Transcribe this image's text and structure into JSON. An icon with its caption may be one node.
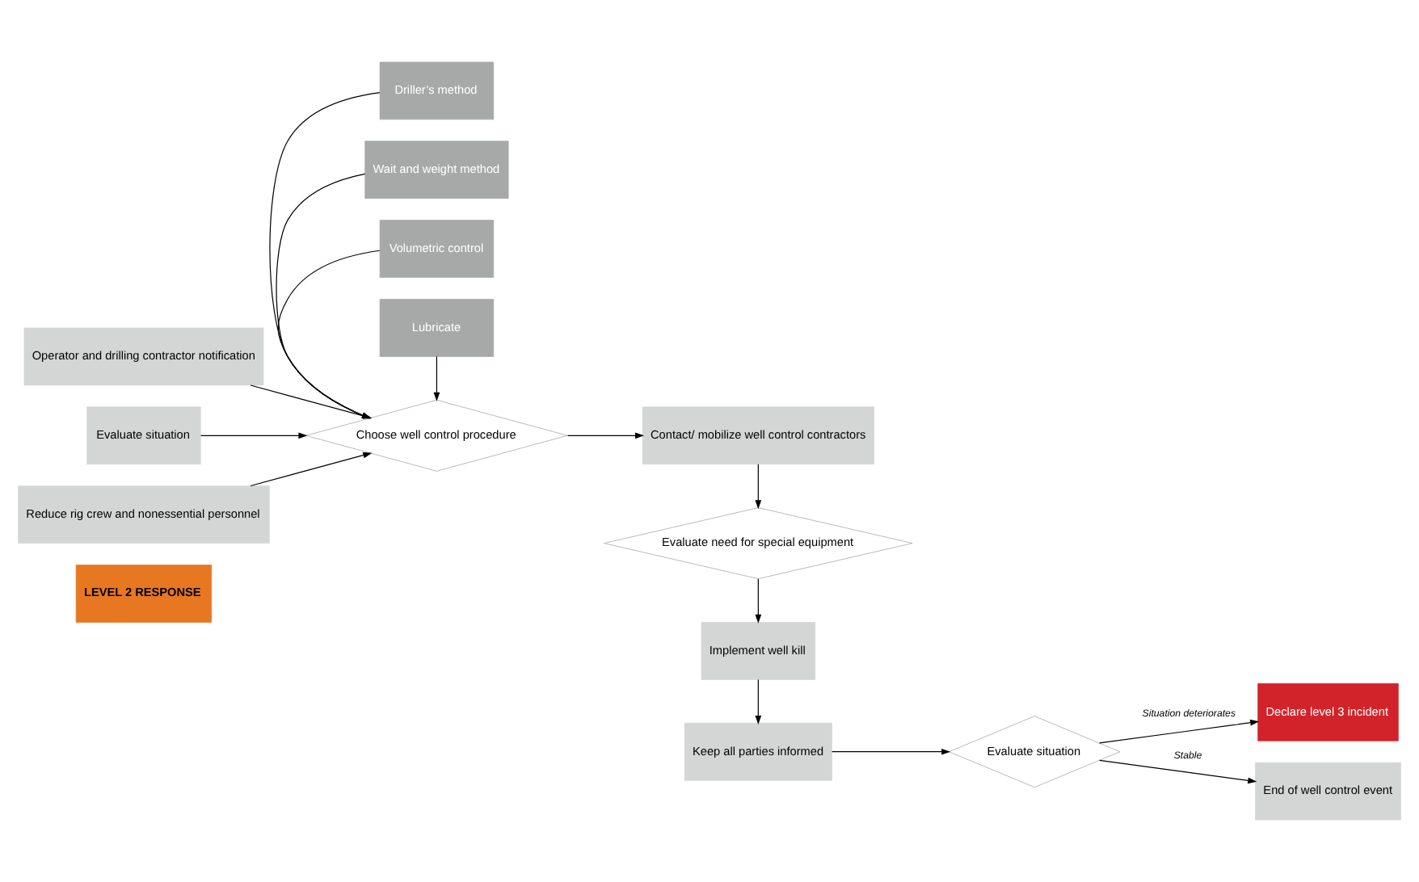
{
  "diagram": {
    "nodes": [
      {
        "text": [
          "LEVEL 2 RESPONSE"
        ]
      },
      {
        "text": [
          "Operator and drilling contractor notification"
        ]
      },
      {
        "text": [
          "Evaluate situation"
        ]
      },
      {
        "text": [
          "Reduce rig crew and nonessential personnel"
        ]
      },
      {
        "text": [
          "Driller’s method"
        ]
      },
      {
        "text": [
          "Wait and weight method"
        ]
      },
      {
        "text": [
          "Choose well control procedure"
        ]
      },
      {
        "text": [
          "Volumetric control"
        ]
      },
      {
        "text": [
          "Lubricate"
        ]
      },
      {
        "text": [
          "Contact/ mobilize well control contractors"
        ]
      },
      {
        "text": [
          "Evaluate need for special equipment"
        ]
      },
      {
        "text": [
          "Implement well kill"
        ]
      },
      {
        "text": [
          "Keep all parties informed"
        ]
      },
      {
        "text": [
          "Evaluate situation"
        ]
      },
      {
        "text": [
          "Declare level 3 incident"
        ]
      },
      {
        "text": [
          "End of well control event"
        ]
      }
    ],
    "edges": [
      {
        "from": 1,
        "to": 6,
        "arrow": "to"
      },
      {
        "from": 2,
        "to": 6,
        "arrow": "to"
      },
      {
        "from": 3,
        "to": 6,
        "arrow": "to"
      },
      {
        "from": 4,
        "to": 6,
        "arrow": "to"
      },
      {
        "from": 5,
        "to": 6,
        "arrow": "to"
      },
      {
        "from": 7,
        "to": 6,
        "arrow": "to"
      },
      {
        "from": 8,
        "to": 6,
        "arrow": "to"
      },
      {
        "from": 6,
        "to": 9,
        "arrow": "to"
      },
      {
        "from": 9,
        "to": 10,
        "arrow": "to"
      },
      {
        "from": 10,
        "to": 11,
        "arrow": "to"
      },
      {
        "from": 11,
        "to": 12,
        "arrow": "to"
      },
      {
        "from": 12,
        "to": 13,
        "arrow": "to"
      },
      {
        "from": 13,
        "to": 14,
        "label": "Situation deteriorates",
        "arrow": "to"
      },
      {
        "from": 13,
        "to": 15,
        "label": "Stable",
        "arrow": "to"
      }
    ]
  }
}
